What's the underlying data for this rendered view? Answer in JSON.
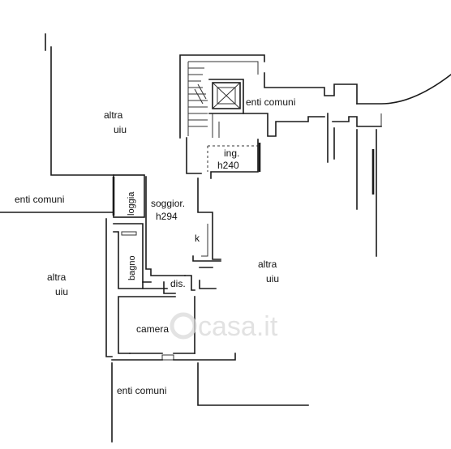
{
  "labels": {
    "altra_uiu_top": [
      "altra",
      "uiu"
    ],
    "enti_comuni_top": "enti comuni",
    "ing": [
      "ing.",
      "h240"
    ],
    "enti_comuni_left": "enti comuni",
    "loggia": "loggia",
    "soggior": [
      "soggior.",
      "h294"
    ],
    "k": "k",
    "bagno": "bagno",
    "altra_uiu_left": [
      "altra",
      "uiu"
    ],
    "altra_uiu_right": [
      "altra",
      "uiu"
    ],
    "dis": "dis.",
    "camera": "camera",
    "enti_comuni_bottom": "enti comuni"
  },
  "watermark": "casa.it"
}
